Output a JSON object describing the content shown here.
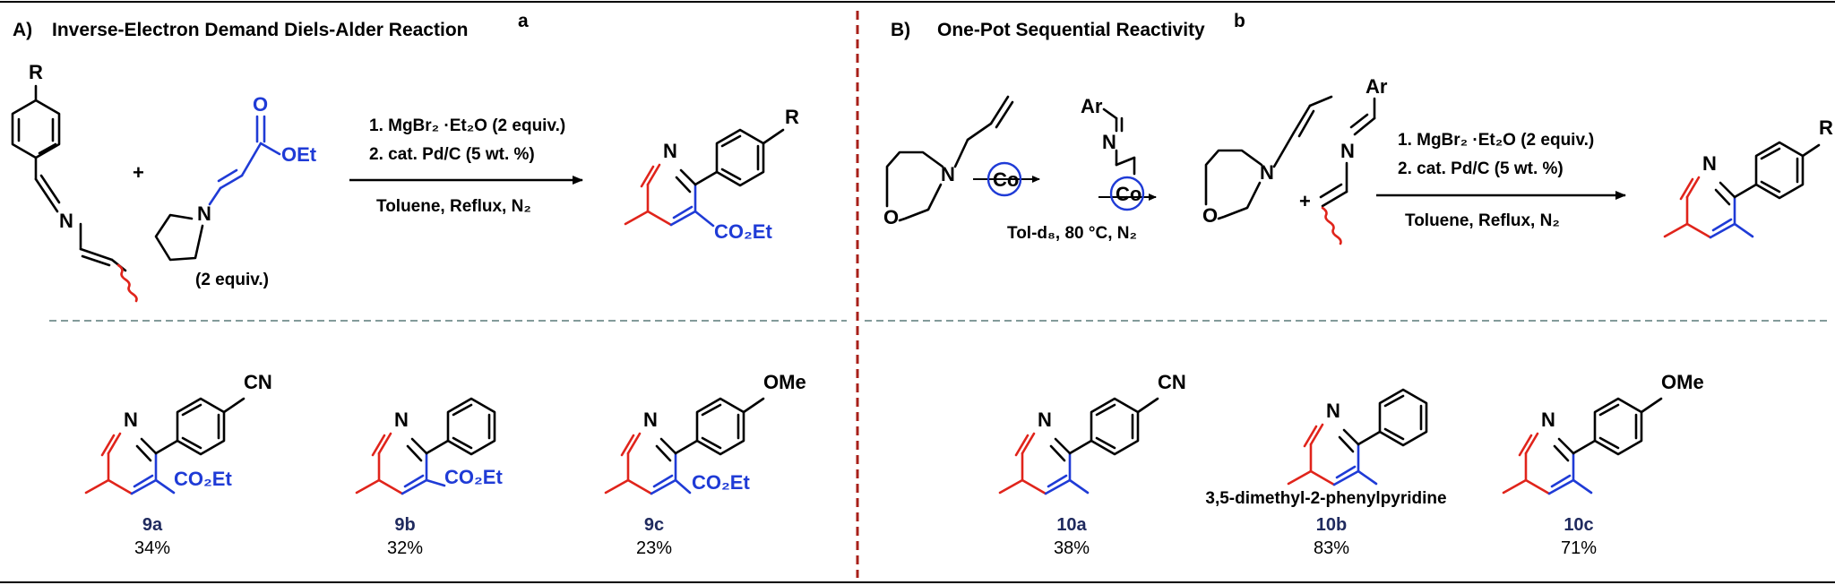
{
  "panelA": {
    "label": "A)",
    "title": "Inverse-Electron Demand Diels-Alder Reaction",
    "footnote": "a",
    "reactant_R": "R",
    "reactant_N": "N",
    "plus": "+",
    "enamine_O": "O",
    "enamine_OEt": "OEt",
    "enamine_N": "N",
    "enamine_equiv": "(2 equiv.)",
    "cond1": "1. MgBr₂ ·Et₂O (2 equiv.)",
    "cond2": "2. cat. Pd/C (5 wt. %)",
    "cond3": "Toluene, Reflux, N₂",
    "product_R": "R",
    "product_N": "N",
    "product_ester": "CO₂Et"
  },
  "panelB": {
    "label": "B)",
    "title": "One-Pot Sequential Reactivity",
    "footnote": "b",
    "morph_N": "N",
    "morph_O": "O",
    "co1": "Co",
    "co2": "Co",
    "imine_Ar": "Ar",
    "imine_N": "N",
    "iso_cond": "Tol-d₈, 80 °C, N₂",
    "morph2_N": "N",
    "morph2_O": "O",
    "plus": "+",
    "imine2_Ar": "Ar",
    "imine2_N": "N",
    "cond1": "1. MgBr₂ ·Et₂O (2 equiv.)",
    "cond2": "2. cat. Pd/C (5 wt. %)",
    "cond3": "Toluene, Reflux, N₂",
    "product_R": "R",
    "product_N": "N"
  },
  "compounds": [
    {
      "id": "9a",
      "yield": "34%",
      "N": "N",
      "sub": "CN",
      "ester": "CO₂Et"
    },
    {
      "id": "9b",
      "yield": "32%",
      "N": "N",
      "sub": "",
      "ester": "CO₂Et"
    },
    {
      "id": "9c",
      "yield": "23%",
      "N": "N",
      "sub": "OMe",
      "ester": "CO₂Et"
    },
    {
      "id": "10a",
      "yield": "38%",
      "N": "N",
      "sub": "CN",
      "ester": ""
    },
    {
      "id": "10b",
      "yield": "83%",
      "N": "N",
      "sub": "",
      "ester": "",
      "name": "3,5-dimethyl-2-phenylpyridine"
    },
    {
      "id": "10c",
      "yield": "71%",
      "N": "N",
      "sub": "OMe",
      "ester": ""
    }
  ],
  "colors": {
    "blue": "#1f3bd6",
    "red": "#e0241b",
    "divider_red": "#a8201a",
    "dashed_teal": "#5a7a78",
    "label_navy": "#1f2a5e"
  }
}
